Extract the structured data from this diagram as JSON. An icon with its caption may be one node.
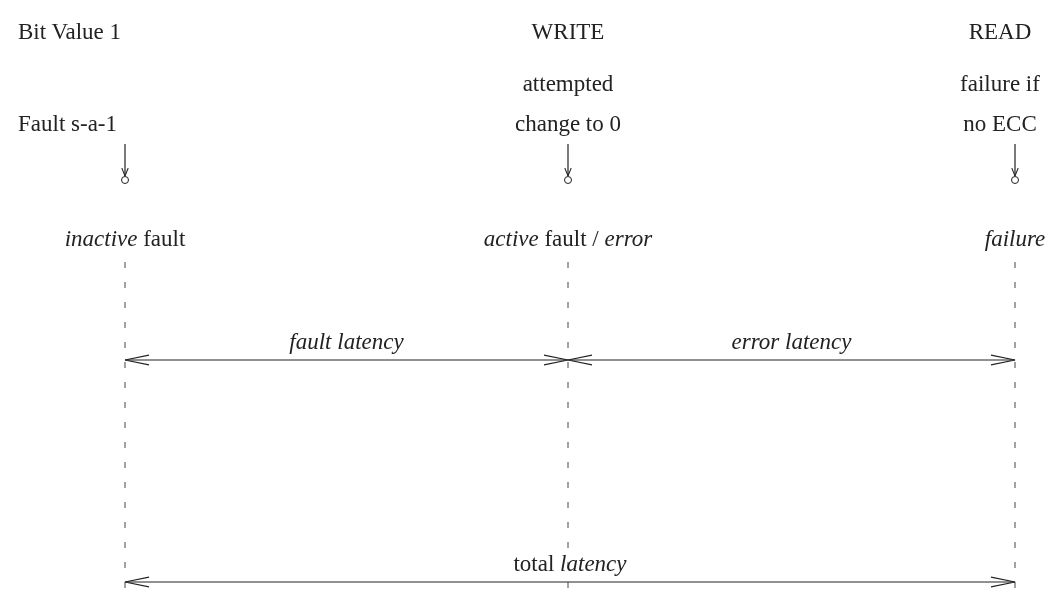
{
  "diagram": {
    "nodes": [
      {
        "text": [
          "Bit Value 1",
          "Fault s-a-1"
        ]
      },
      {
        "text": [
          "WRITE",
          "attempted change to 0"
        ]
      },
      {
        "text": [
          "READ",
          "failure if no ECC"
        ]
      },
      {
        "text": [],
        "shape": "circle",
        "beside": [
          "*inactive* fault"
        ]
      },
      {
        "text": [],
        "shape": "circle",
        "beside": [
          "*active* fault / *error*"
        ]
      },
      {
        "text": [],
        "shape": "circle",
        "beside": [
          "*failure*"
        ]
      }
    ],
    "edges": [
      {
        "from": 0,
        "to": 3,
        "arrow": "to"
      },
      {
        "from": 1,
        "to": 4,
        "arrow": "to"
      },
      {
        "from": 2,
        "to": 5,
        "arrow": "to"
      }
    ],
    "labels": [
      "*fault latency*",
      "*error latency*",
      "total *latency*"
    ]
  }
}
